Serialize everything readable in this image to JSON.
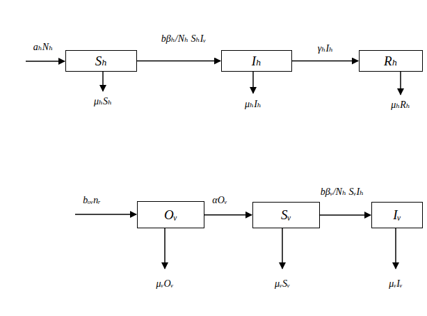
{
  "diagram": {
    "nodes": [
      {
        "text": [
          "Sₕ"
        ]
      },
      {
        "text": [
          "Iₕ"
        ]
      },
      {
        "text": [
          "Rₕ"
        ]
      },
      {
        "text": [
          "Oᵥ"
        ]
      },
      {
        "text": [
          "Sᵥ"
        ]
      },
      {
        "text": [
          "Iᵥ"
        ]
      }
    ],
    "edges": [
      {
        "from": 0,
        "to": 1,
        "arrow": "to",
        "label": "bβₕ/Nₕ SₕIᵥ"
      },
      {
        "from": 1,
        "to": 2,
        "arrow": "to",
        "label": "γₕIₕ"
      },
      {
        "from": 3,
        "to": 4,
        "arrow": "to",
        "label": "αOᵥ"
      },
      {
        "from": 4,
        "to": 5,
        "arrow": "to",
        "label": "bβᵥ/Nₕ SᵥIₕ"
      }
    ],
    "labels": [
      "aₕNₕ",
      "μₕSₕ",
      "μₕIₕ",
      "μₕRₕ",
      "bₒᵥnᵣ",
      "μᵥOᵥ",
      "μᵥSᵥ",
      "μᵥIᵥ"
    ]
  }
}
